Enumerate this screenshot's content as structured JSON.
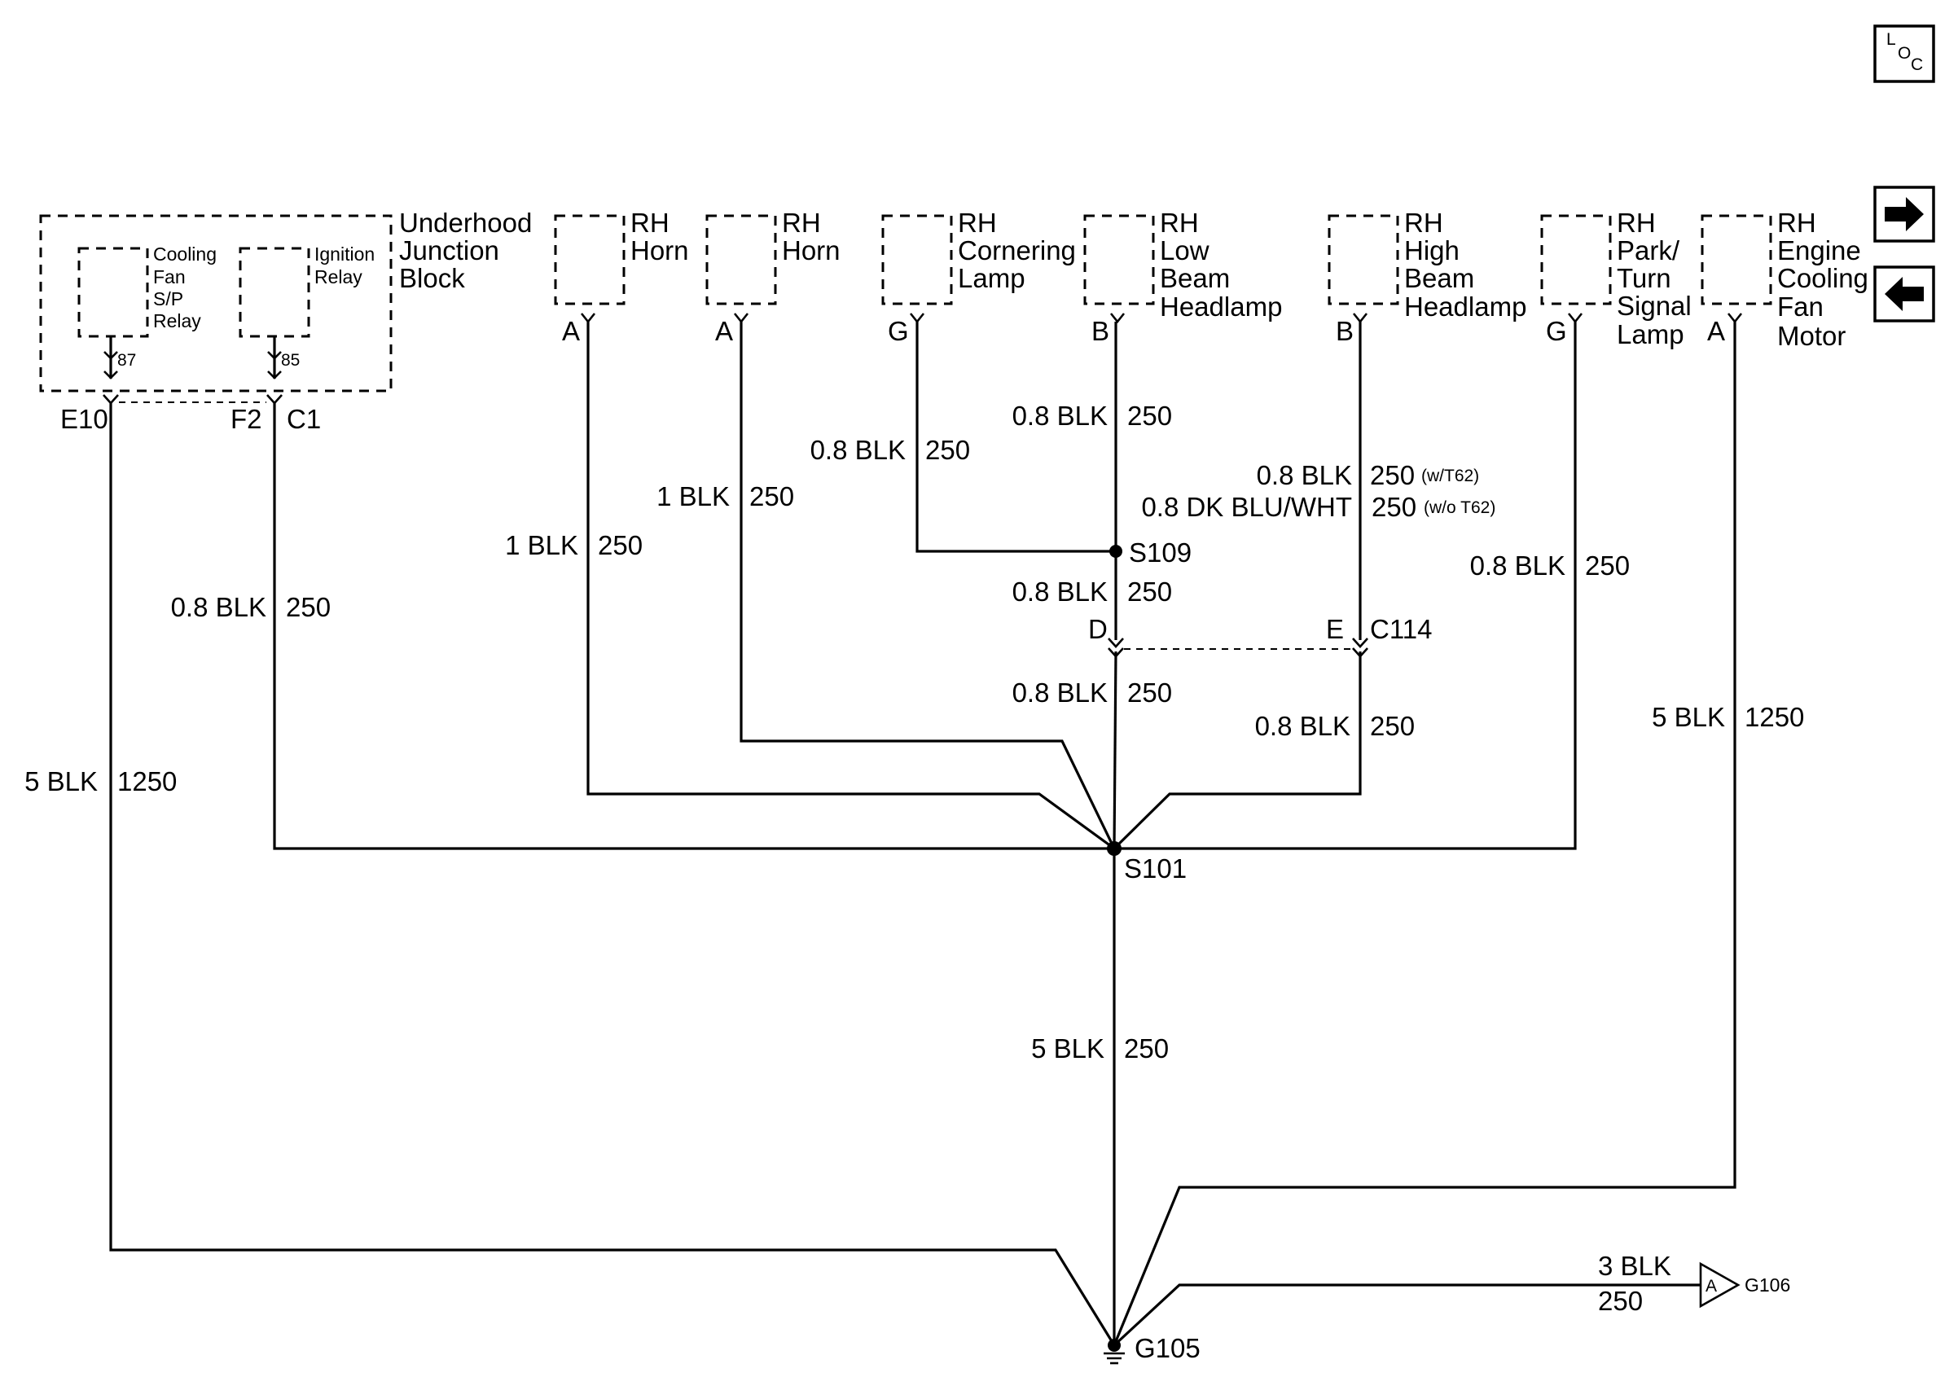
{
  "nav": {
    "loc_l": "L",
    "loc_o": "O",
    "loc_c": "C"
  },
  "components": {
    "underhood_block": [
      "Underhood",
      "Junction",
      "Block"
    ],
    "cooling_relay": [
      "Cooling",
      "Fan",
      "S/P",
      "Relay"
    ],
    "ignition_relay": [
      "Ignition",
      "Relay"
    ],
    "horn1": [
      "RH",
      "Horn"
    ],
    "horn2": [
      "RH",
      "Horn"
    ],
    "cornering": [
      "RH",
      "Cornering",
      "Lamp"
    ],
    "low_beam": [
      "RH",
      "Low",
      "Beam",
      "Headlamp"
    ],
    "high_beam": [
      "RH",
      "High",
      "Beam",
      "Headlamp"
    ],
    "park_turn": [
      "RH",
      "Park/",
      "Turn",
      "Signal",
      "Lamp"
    ],
    "fan_motor": [
      "RH",
      "Engine",
      "Cooling",
      "Fan",
      "Motor"
    ]
  },
  "pins": {
    "relay1": "87",
    "relay2": "85",
    "e10": "E10",
    "f2": "F2",
    "c1": "C1",
    "horn1": "A",
    "horn2": "A",
    "cornering": "G",
    "low_beam": "B",
    "high_beam": "B",
    "park_turn": "G",
    "fan_motor": "A",
    "c114_d": "D",
    "c114_e": "E"
  },
  "wires": {
    "e10": {
      "gauge": "5 BLK",
      "circuit": "1250"
    },
    "c1": {
      "gauge": "0.8 BLK",
      "circuit": "250"
    },
    "horn1": {
      "gauge": "1 BLK",
      "circuit": "250"
    },
    "horn2": {
      "gauge": "1 BLK",
      "circuit": "250"
    },
    "cornering": {
      "gauge": "0.8 BLK",
      "circuit": "250"
    },
    "low_beam": {
      "gauge": "0.8 BLK",
      "circuit": "250"
    },
    "s109_down": {
      "gauge": "0.8 BLK",
      "circuit": "250"
    },
    "c114_d": {
      "gauge": "0.8 BLK",
      "circuit": "250"
    },
    "high_beam_a": {
      "gauge": "0.8 BLK",
      "circuit": "250",
      "option": "(w/T62)"
    },
    "high_beam_b": {
      "gauge": "0.8 DK BLU/WHT",
      "circuit": "250",
      "option": "(w/o T62)"
    },
    "c114_e": {
      "gauge": "0.8 BLK",
      "circuit": "250"
    },
    "park_turn": {
      "gauge": "0.8 BLK",
      "circuit": "250"
    },
    "fan_motor": {
      "gauge": "5 BLK",
      "circuit": "1250"
    },
    "s101_down": {
      "gauge": "5 BLK",
      "circuit": "250"
    },
    "g106": {
      "gauge": "3 BLK",
      "circuit": "250"
    }
  },
  "splices": {
    "s109": "S109",
    "s101": "S101",
    "c114": "C114"
  },
  "grounds": {
    "g105": "G105",
    "g106": "G106",
    "g106_flag": "A"
  }
}
